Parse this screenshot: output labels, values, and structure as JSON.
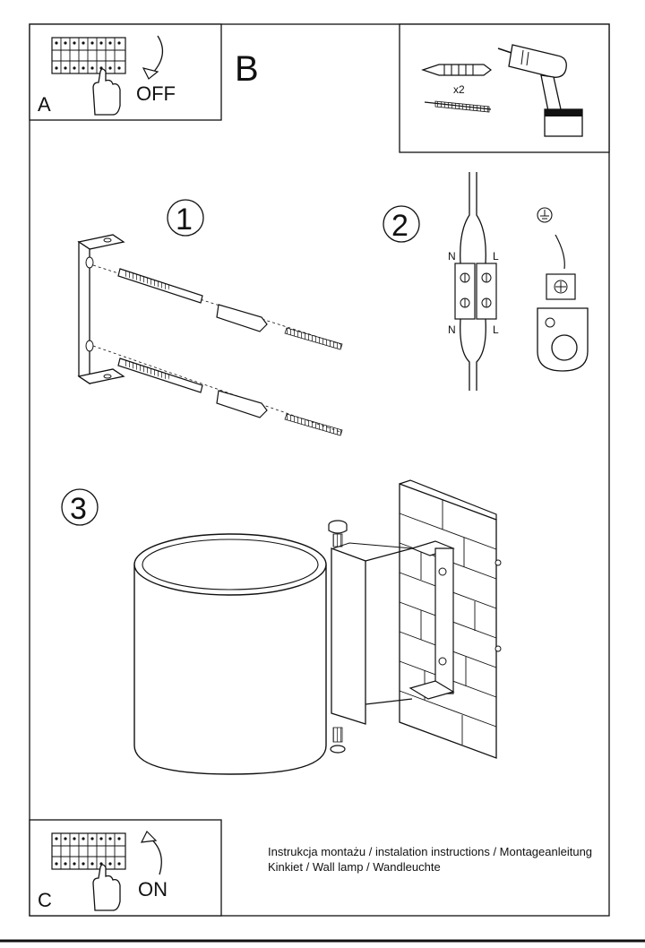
{
  "panels": {
    "a": {
      "letter": "A",
      "switch_label": "OFF"
    },
    "b": {
      "letter": "B",
      "quantity": "x2"
    },
    "c": {
      "letter": "C",
      "switch_label": "ON"
    }
  },
  "steps": {
    "step1": "1",
    "step2": "2",
    "step3": "3"
  },
  "wiring": {
    "neutral_top": "N",
    "live_top": "L",
    "neutral_bottom": "N",
    "live_bottom": "L"
  },
  "caption": {
    "line1": "Instrukcja montażu / instalation instructions / Montageanleitung",
    "line2": "Kinkiet / Wall lamp / Wandleuchte"
  }
}
